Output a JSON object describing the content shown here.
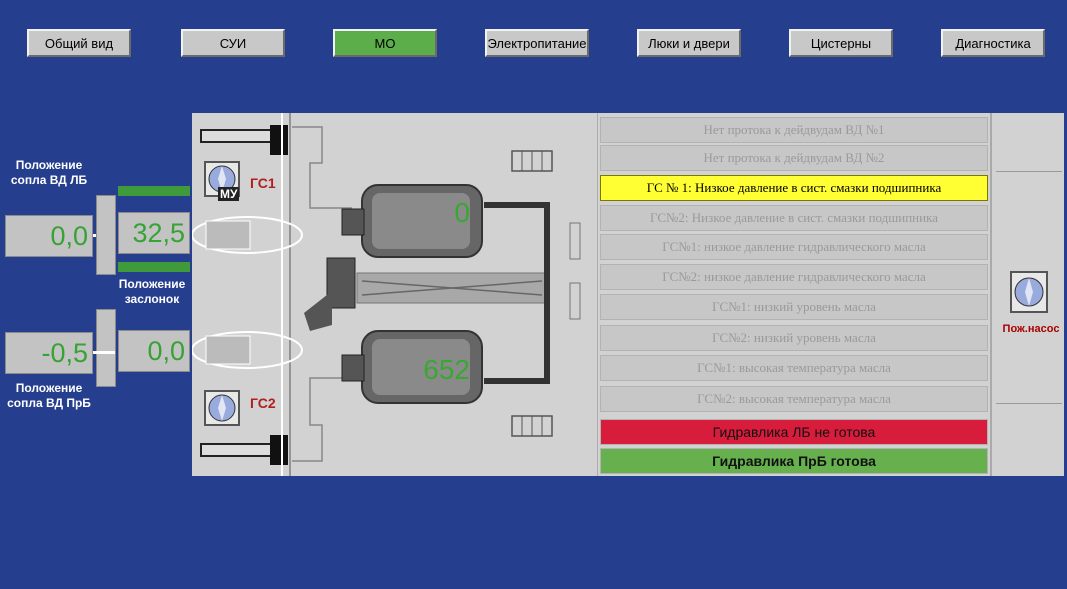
{
  "nav": [
    {
      "label": "Общий вид",
      "active": false
    },
    {
      "label": "СУИ",
      "active": false
    },
    {
      "label": "МО",
      "active": true
    },
    {
      "label": "Электропитание",
      "active": false
    },
    {
      "label": "Люки и двери",
      "active": false
    },
    {
      "label": "Цистерны",
      "active": false
    },
    {
      "label": "Диагностика",
      "active": false
    }
  ],
  "left": {
    "nozzle_lb_label": "Положение сопла ВД ЛБ",
    "nozzle_prb_label": "Положение сопла ВД ПрБ",
    "flaps_label": "Положение заслонок",
    "nozzle_lb_value": "0,0",
    "flap_lb_value": "32,5",
    "nozzle_prb_value": "-0,5",
    "flap_prb_value": "0,0"
  },
  "scheme": {
    "gc1": "ГС1",
    "gc2": "ГС2",
    "mu": "МУ",
    "engine_top_value": "0",
    "engine_bottom_value": "652",
    "pump_label": "Пож.насос"
  },
  "alarms": [
    {
      "text": "Нет протока к дейдвудам ВД №1",
      "state": "off"
    },
    {
      "text": "Нет протока к дейдвудам ВД №2",
      "state": "off"
    },
    {
      "text": "ГС № 1: Низкое давление в сист. смазки подшипника",
      "state": "warn"
    },
    {
      "text": "ГС№2: Низкое давление в сист. смазки подшипника",
      "state": "off"
    },
    {
      "text": "ГС№1: низкое давление гидравлического масла",
      "state": "off"
    },
    {
      "text": "ГС№2: низкое давление гидравлического масла",
      "state": "off"
    },
    {
      "text": "ГС№1: низкий уровень масла",
      "state": "off"
    },
    {
      "text": "ГС№2: низкий уровень масла",
      "state": "off"
    },
    {
      "text": "ГС№1: высокая температура масла",
      "state": "off"
    },
    {
      "text": "ГС№2: высокая температура масла",
      "state": "off"
    },
    {
      "text": "Гидравлика ЛБ не готова",
      "state": "red"
    },
    {
      "text": "Гидравлика ПрБ готова",
      "state": "green"
    }
  ],
  "colors": {
    "background": "#263e8e",
    "active": "#5cae4a",
    "warn": "#ffff33",
    "alarm_red": "#d81c3c",
    "ok_green": "#66b04e",
    "digits": "#36a335"
  }
}
